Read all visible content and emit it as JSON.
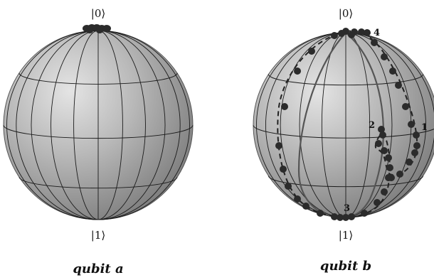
{
  "qubit_a": {
    "top_label": "|0⟩",
    "bottom_label": "|1⟩",
    "caption": "qubit a"
  },
  "qubit_b": {
    "top_label": "|0⟩",
    "bottom_label": "|1⟩",
    "caption": "qubit b",
    "markers": [
      "1",
      "2",
      "3",
      "4"
    ]
  },
  "colors": {
    "sphere_base": "#9a9a9a",
    "sphere_light": "#d8d8d8",
    "grid": "#1a1a1a",
    "points": "#2b2b2b"
  }
}
